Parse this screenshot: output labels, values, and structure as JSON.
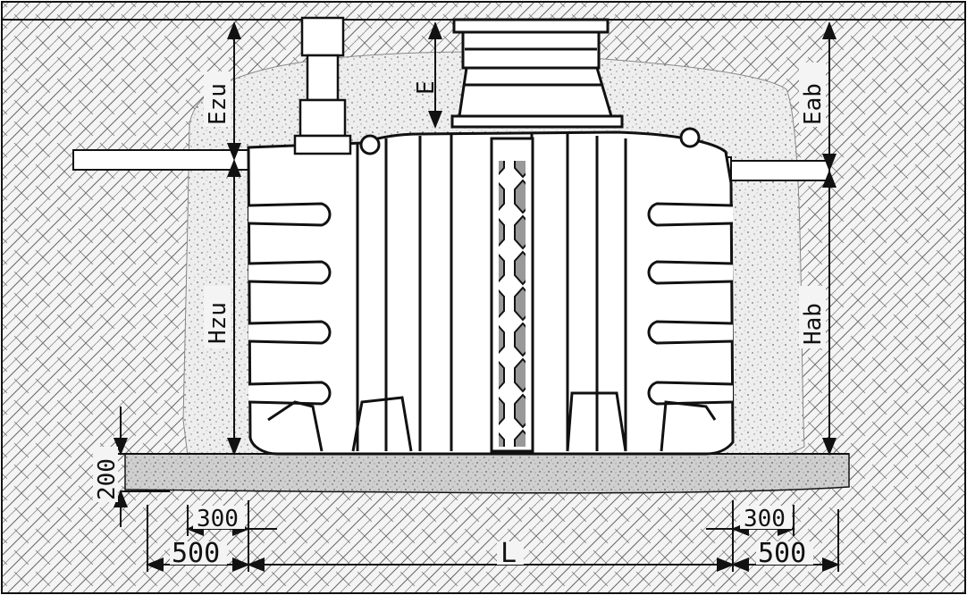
{
  "labels": {
    "e_inlet": "Ezu",
    "e_center": "E",
    "e_outlet": "Eab",
    "h_inlet": "Hzu",
    "h_outlet": "Hab",
    "base_thickness": "200",
    "side_gap_left": "300",
    "side_total_left": "500",
    "length": "L",
    "side_gap_right": "300",
    "side_total_right": "500"
  },
  "colors": {
    "line": "#111111",
    "soil_hatch": "#555555",
    "gravel": "#e9e9e9",
    "concrete": "#c8c8c8",
    "tank_fill": "#ffffff"
  }
}
